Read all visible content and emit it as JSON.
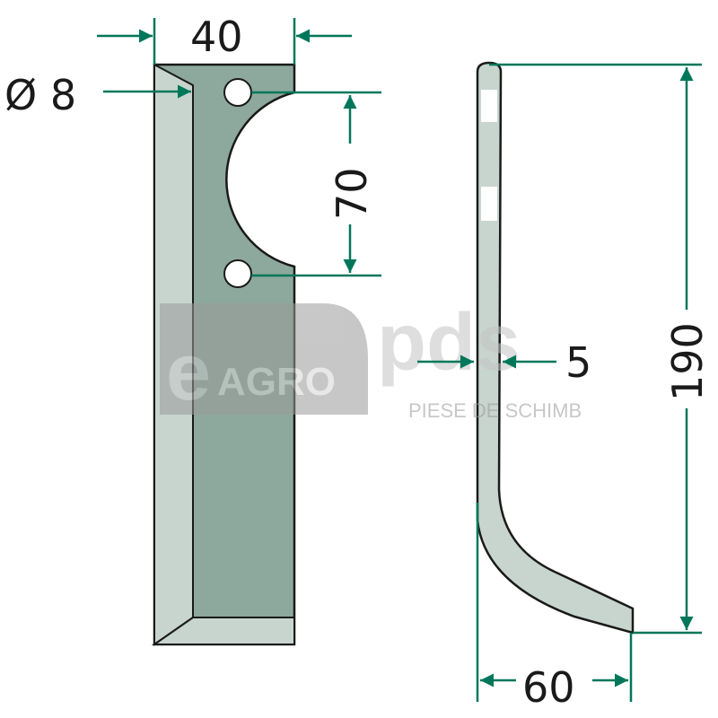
{
  "title": "Tiller blade technical drawing",
  "dimensions": {
    "width": "40",
    "hole_diameter": "Ø 8",
    "hole_spacing": "70",
    "thickness": "5",
    "height": "190",
    "offset": "60"
  },
  "watermark": {
    "brand_e": "e",
    "brand_agro": "AGRO",
    "brand_pds": "pds",
    "tagline": "PIESE DE SCHIMB"
  },
  "colors": {
    "dimension": "#00775a",
    "blade_face": "#8da89c",
    "blade_side": "#c7d5ce",
    "outline": "#1a1a1a"
  }
}
